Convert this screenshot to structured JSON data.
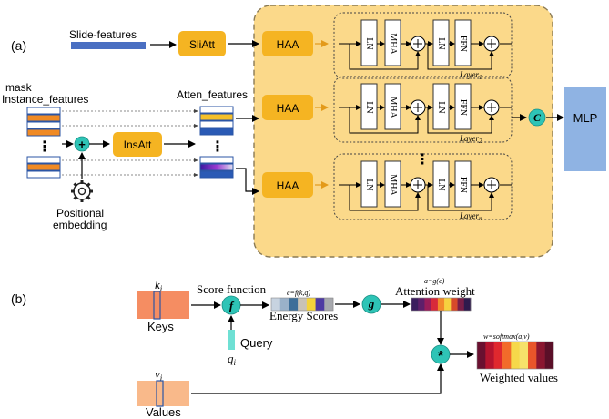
{
  "panel_a": {
    "label": "(a)",
    "slide_features": "Slide-features",
    "sliatt": "SliAtt",
    "mask": "mask",
    "instance_features": "Instance_features",
    "atten_features": "Atten_features",
    "insatt": "InsAtt",
    "plus": "+",
    "positional_1": "Positional",
    "positional_2": "embedding",
    "haa": "HAA",
    "ln": "LN",
    "mha": "MHA",
    "ffn": "FFN",
    "layer_1": "Layer",
    "layer_1_sub": "1",
    "layer_2": "Layer",
    "layer_2_sub": "2",
    "layer_n": "Layer",
    "layer_n_sub": "n",
    "concat": "C",
    "mlp": "MLP",
    "dots": "⋮"
  },
  "panel_b": {
    "label": "(b)",
    "k": "k",
    "k_sub": "i",
    "keys": "Keys",
    "score_function": "Score function",
    "f": "f",
    "energy_formula": "e=f(k,q)",
    "energy_scores": "Energy Scores",
    "g": "g",
    "attention_formula": "a=g(e)",
    "attention_weight": "Attention weight",
    "query": "Query",
    "q": "q",
    "q_sub": "i",
    "star": "*",
    "weighted_formula": "w=softmax(a,v)",
    "weighted_values": "Weighted values",
    "v": "v",
    "v_sub": "i",
    "values": "Values"
  },
  "colors": {
    "slide_bar": "#4a6fc2",
    "orange_button": "#f5b422",
    "panel_bg": "#fbd98a",
    "mlp": "#8fb3e3",
    "teal": "#2ec4b6",
    "keys_fill": "#f58d62",
    "values_fill": "#f9b98a",
    "query_fill": "#6fe0d4"
  },
  "energy_colors": [
    "#c7d3e0",
    "#9ab1c9",
    "#3d6e99",
    "#c9c2b5",
    "#f4d33a",
    "#4e3aa3",
    "#a7a9ae"
  ],
  "attention_colors": [
    "#3a1d5e",
    "#5e1f6a",
    "#9a1d5a",
    "#d82a3a",
    "#f28a2b",
    "#f6d23f",
    "#d84a2a",
    "#7a1e48",
    "#2f1a4d"
  ],
  "weighted_colors": [
    "#6a1030",
    "#b5142e",
    "#e0282e",
    "#f26b2a",
    "#f6d84a",
    "#f6e26a",
    "#e8552a",
    "#8a1630",
    "#5a0f28"
  ]
}
